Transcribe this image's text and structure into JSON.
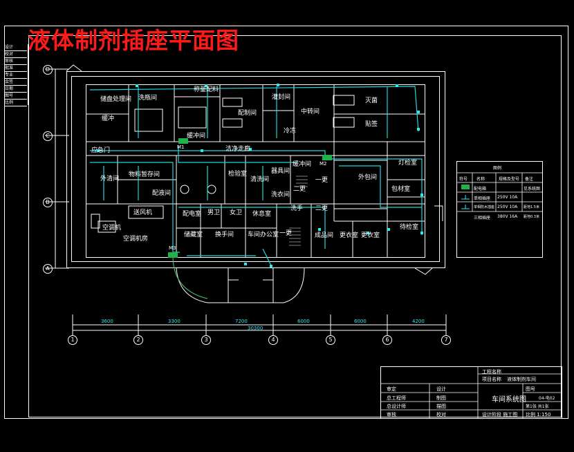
{
  "drawing": {
    "title": "液体制剂插座平面图"
  },
  "side_labels": [
    "设计",
    "校对",
    "审核",
    "批准",
    "专业",
    "会签",
    "日期",
    "图号",
    "比例"
  ],
  "rooms": [
    {
      "id": "r1",
      "label": "储盘处理间"
    },
    {
      "id": "r2",
      "label": "洗瓶间"
    },
    {
      "id": "r3",
      "label": "称量配料"
    },
    {
      "id": "r4",
      "label": "配制间"
    },
    {
      "id": "r5",
      "label": "灌封间"
    },
    {
      "id": "r6",
      "label": "中转间"
    },
    {
      "id": "r7",
      "label": "灭菌"
    },
    {
      "id": "r8",
      "label": "贴签"
    },
    {
      "id": "r9",
      "label": "缓冲间"
    },
    {
      "id": "r10",
      "label": "洁净走廊"
    },
    {
      "id": "r11",
      "label": "缓冲"
    },
    {
      "id": "r12",
      "label": "应急门"
    },
    {
      "id": "r13",
      "label": "外清间"
    },
    {
      "id": "r14",
      "label": "物料暂存间"
    },
    {
      "id": "r15",
      "label": "配液间"
    },
    {
      "id": "r16",
      "label": "检验室"
    },
    {
      "id": "r17",
      "label": "灯检室"
    },
    {
      "id": "r18",
      "label": "包材室"
    },
    {
      "id": "r19",
      "label": "外包间"
    },
    {
      "id": "r20",
      "label": "清洗间"
    },
    {
      "id": "r21",
      "label": "缓冲间"
    },
    {
      "id": "r22",
      "label": "洗衣间"
    },
    {
      "id": "r23",
      "label": "一更"
    },
    {
      "id": "r24",
      "label": "二更"
    },
    {
      "id": "r25",
      "label": "器具间"
    },
    {
      "id": "r26",
      "label": "空调机"
    },
    {
      "id": "r27",
      "label": "送风机"
    },
    {
      "id": "r28",
      "label": "空调机房"
    },
    {
      "id": "r29",
      "label": "配电室"
    },
    {
      "id": "r30",
      "label": "男卫"
    },
    {
      "id": "r31",
      "label": "女卫"
    },
    {
      "id": "r32",
      "label": "休息室"
    },
    {
      "id": "r33",
      "label": "储藏室"
    },
    {
      "id": "r34",
      "label": "换手间"
    },
    {
      "id": "r35",
      "label": "车间办公室"
    },
    {
      "id": "r36",
      "label": "洗手"
    },
    {
      "id": "r37",
      "label": "一更"
    },
    {
      "id": "r38",
      "label": "二更"
    },
    {
      "id": "r39",
      "label": "更衣室"
    },
    {
      "id": "r40",
      "label": "更衣室"
    },
    {
      "id": "r41",
      "label": "成品间"
    },
    {
      "id": "r42",
      "label": "待检室"
    },
    {
      "id": "r43",
      "label": "冷冻"
    }
  ],
  "panels": [
    "M1",
    "M2",
    "M3"
  ],
  "dims_top": [
    "3600",
    "3300",
    "7200",
    "6000",
    "6000",
    "4200"
  ],
  "dim_total": "30300",
  "grid_x": [
    "1",
    "2",
    "3",
    "4",
    "5",
    "6",
    "7"
  ],
  "grid_y": [
    "D",
    "C",
    "B",
    "A"
  ],
  "legend": {
    "title": "图例",
    "headers": [
      "符号",
      "名称",
      "规格及型号",
      "备注"
    ],
    "rows": [
      [
        "配电箱",
        "",
        "见系统图"
      ],
      [
        "单相插座",
        "250V 10A",
        ""
      ],
      [
        "单相防水插座",
        "250V 10A",
        "距地1.5米"
      ],
      [
        "三相插座",
        "380V 16A",
        "距地0.3米"
      ]
    ]
  },
  "title_block": {
    "project_label": "工程名称",
    "project_sub": "项目名称",
    "project_value": "液体制剂车间",
    "drawing_name": "车间系统图",
    "rows_left": [
      "审定",
      "总工程师",
      "总设计师",
      "审核"
    ],
    "rows_mid": [
      "设计",
      "制图",
      "描图",
      "校对"
    ],
    "unit": "设计阶段 施工图",
    "code_label": "图号",
    "code_value": "04-电02",
    "sheet": "第1张 共1张",
    "scale": "比例 1:150"
  }
}
